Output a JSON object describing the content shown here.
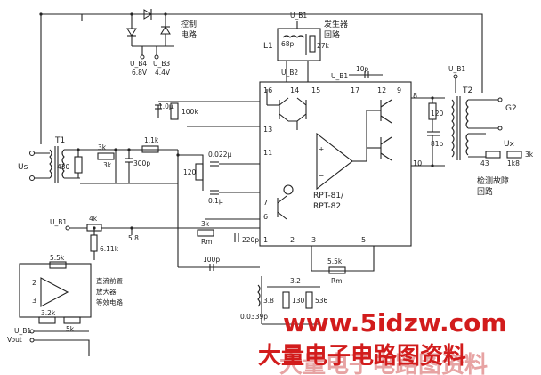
{
  "labels": {
    "control_circuit_1": "控制",
    "control_circuit_2": "电路",
    "u_b4": "U_B4",
    "u_b3": "U_B3",
    "v68": "6.8V",
    "v44": "4.4V",
    "u_b1_top": "U_B1",
    "generator_1": "发生器",
    "generator_2": "回路",
    "l1": "L1",
    "c68p": "68p",
    "r27k": "27k",
    "c10p": "10p",
    "u_b2": "U_B2",
    "u_b1_mid": "U_B1",
    "u_b1_right": "U_B1",
    "t2": "T2",
    "g2": "G2",
    "ux": "Ux",
    "r120_right": "120",
    "c81p": "81p",
    "r43": "43",
    "r1k8": "1k8",
    "r3k": "3k",
    "detect_1": "检测故障",
    "detect_2": "回路",
    "c1u": "1.0μ",
    "r100k": "100k",
    "t1": "T1",
    "us": "Us",
    "r430": "430",
    "r3k_t1": "3k",
    "c300p": "300p",
    "r1k1": "1.1k",
    "c0022": "0.022μ",
    "r120_mid": "120",
    "c01": "0.1μ",
    "chip_1": "RPT-81/",
    "chip_2": "RPT-82",
    "u_b1_left": "U_B1",
    "r4k": "4k",
    "r6k11": "6.11k",
    "v58": "5.8",
    "r3k_bottom": "3k",
    "rm": "Rm",
    "c220p": "220p",
    "c100p": "100p",
    "r5k5": "5.5k",
    "rm2": "Rm",
    "amp_r5k5": "5.5k",
    "amp_label_1": "直流前置",
    "amp_label_2": "放大器",
    "amp_label_3": "等效电路",
    "amp_r32k": "3.2k",
    "amp_r5k": "5k",
    "u_b1_amp": "U_B1",
    "v_out": "Vout",
    "c38": "3.8",
    "c00339": "0.0339p",
    "r130": "130",
    "r536": "536",
    "r3_2": "3.2",
    "pins": [
      "16",
      "14",
      "15",
      "17",
      "12",
      "9",
      "13",
      "11",
      "8",
      "10",
      "7",
      "6",
      "3",
      "2",
      "5",
      "1"
    ]
  },
  "watermark": {
    "url": "www.5idzw.com",
    "title": "大量电子电路图资料"
  },
  "colors": {
    "line": "#222222",
    "watermark": "#d21c1c"
  }
}
